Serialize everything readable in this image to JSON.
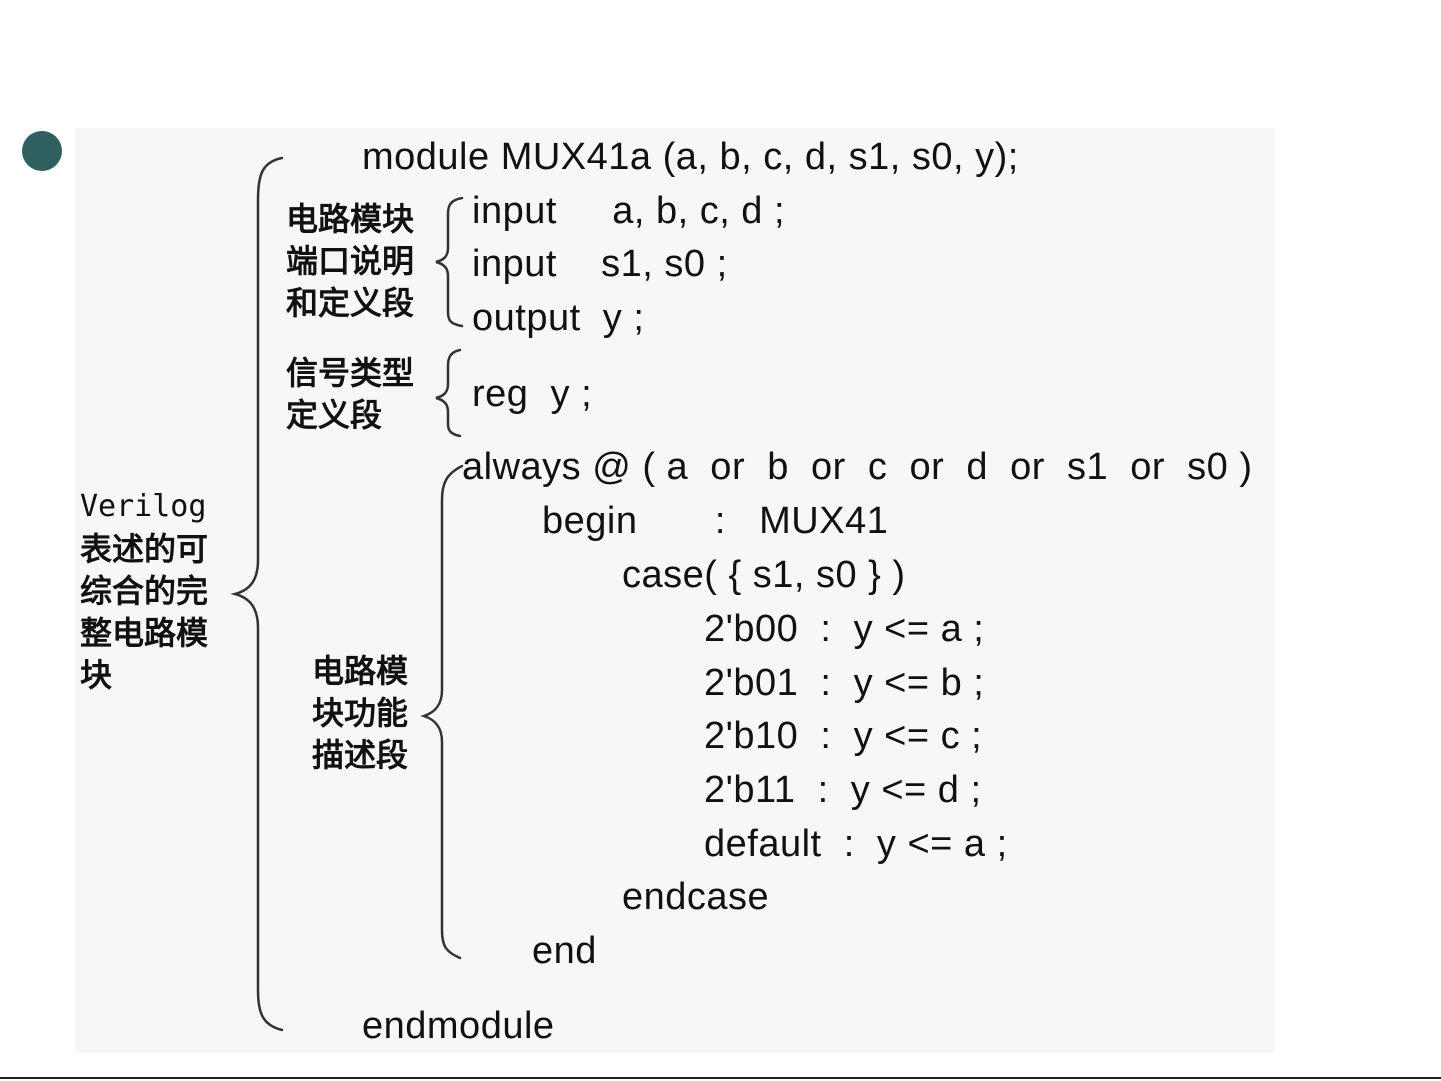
{
  "diagram": {
    "labels": {
      "whole_module": [
        "Verilog",
        "表述的可",
        "综合的完",
        "整电路模",
        "块"
      ],
      "port_section": [
        "电路模块",
        "端口说明",
        "和定义段"
      ],
      "signal_section": [
        "信号类型",
        "定义段"
      ],
      "function_section": [
        "电路模",
        "块功能",
        "描述段"
      ]
    },
    "code": {
      "module_line": "module MUX41a (a, b, c, d, s1, s0, y);",
      "input1": "input     a, b, c, d ;",
      "input2": "input    s1, s0 ;",
      "output": "output  y ;",
      "reg": "reg  y ;",
      "always": "always @ ( a  or  b  or  c  or  d  or  s1  or  s0 )",
      "begin": "begin       :   MUX41",
      "case": "case( { s1, s0 } )",
      "case00": "2'b00  :  y <= a ;",
      "case01": "2'b01  :  y <= b ;",
      "case10": "2'b10  :  y <= c ;",
      "case11": "2'b11  :  y <= d ;",
      "default": "default  :  y <= a ;",
      "endcase": "endcase",
      "end": "end",
      "endmodule": "endmodule"
    }
  }
}
